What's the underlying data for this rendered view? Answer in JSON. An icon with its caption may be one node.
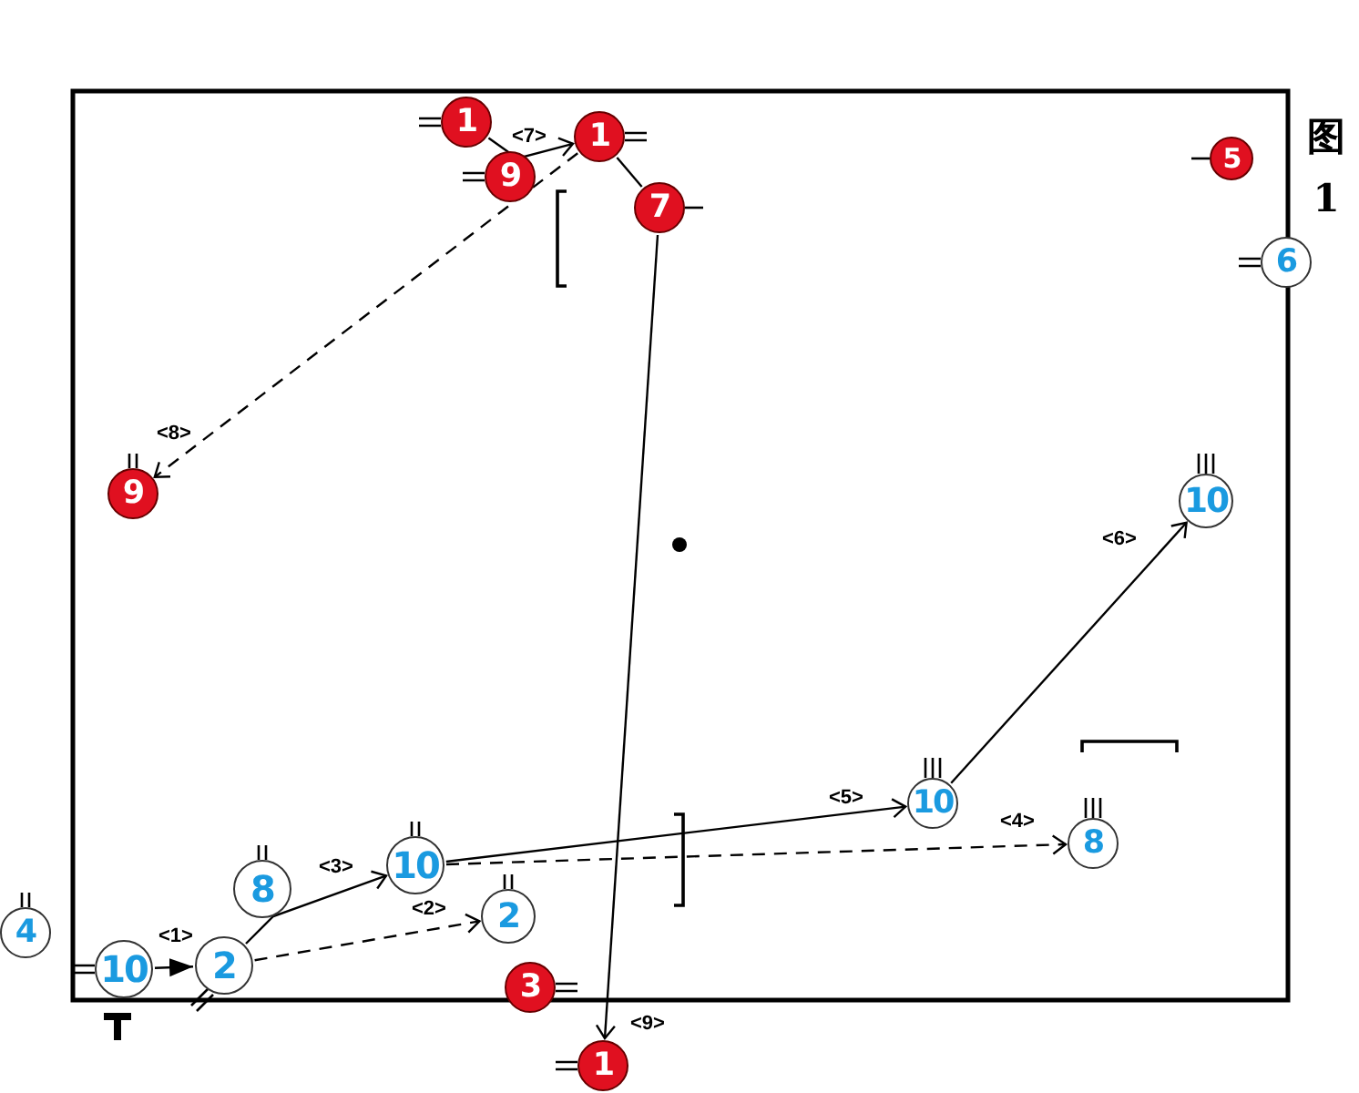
{
  "diagram": {
    "title": "图 1",
    "nodes": [
      {
        "text": [
          "1"
        ]
      },
      {
        "text": [
          "9"
        ]
      },
      {
        "text": [
          "1"
        ]
      },
      {
        "text": [
          "7"
        ]
      },
      {
        "text": [
          "5"
        ]
      },
      {
        "text": [
          "6"
        ]
      },
      {
        "text": [
          "9"
        ]
      },
      {
        "text": [
          "10"
        ]
      },
      {
        "text": [
          "10"
        ]
      },
      {
        "text": [
          "8"
        ]
      },
      {
        "text": [
          "10"
        ]
      },
      {
        "text": [
          "8"
        ]
      },
      {
        "text": [
          "2"
        ]
      },
      {
        "text": [
          "4"
        ]
      },
      {
        "text": [
          "10"
        ]
      },
      {
        "text": [
          "2"
        ]
      },
      {
        "text": [
          "3"
        ]
      },
      {
        "text": [
          "1"
        ]
      }
    ],
    "edges": [
      {
        "from": 14,
        "to": 15,
        "arrow": "to",
        "label": "<1>"
      },
      {
        "from": 15,
        "to": 12,
        "arrow": "to",
        "label": "<2>",
        "style": "dashed"
      },
      {
        "from": 15,
        "to": 10,
        "arrow": "to",
        "label": "<3>"
      },
      {
        "from": 10,
        "to": 9,
        "arrow": "to",
        "label": "<4>",
        "style": "dashed"
      },
      {
        "from": 10,
        "to": 8,
        "arrow": "to",
        "label": "<5>"
      },
      {
        "from": 8,
        "to": 7,
        "arrow": "to",
        "label": "<6>"
      },
      {
        "from": 0,
        "to": 2,
        "arrow": "to",
        "label": "<7>"
      },
      {
        "from": 2,
        "to": 6,
        "arrow": "to",
        "label": "<8>",
        "style": "dashed"
      },
      {
        "from": 2,
        "to": 3,
        "arrow": "none"
      },
      {
        "from": 3,
        "to": 17,
        "arrow": "to",
        "label": "<9>"
      }
    ]
  }
}
